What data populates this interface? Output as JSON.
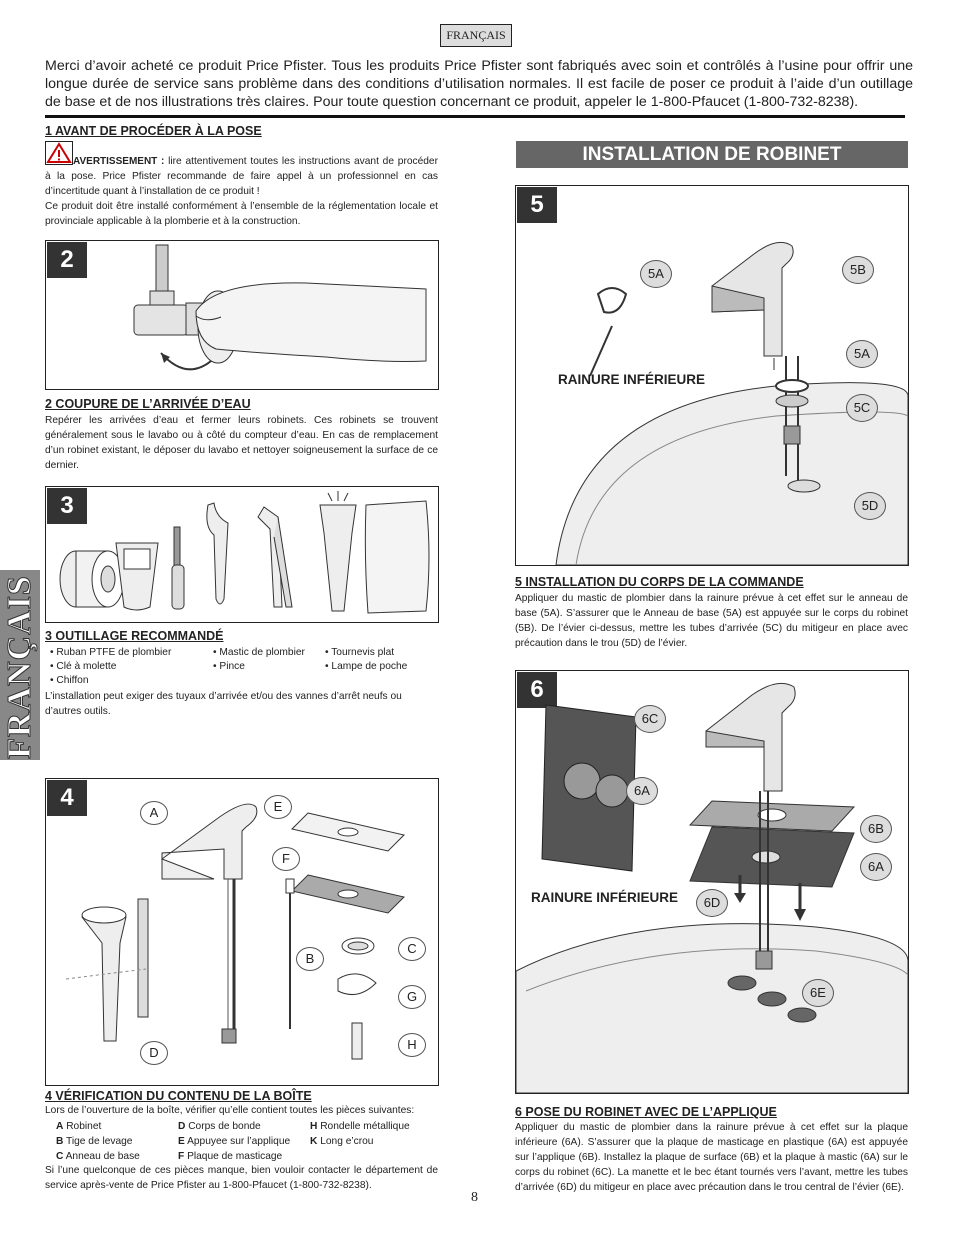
{
  "header": {
    "lang_badge": "FRANÇAIS"
  },
  "intro": "Merci d’avoir acheté ce produit Price Pfister. Tous les produits Price Pfister sont fabriqués avec soin et contrôlés à l’usine pour offrir une longue durée de service sans problème dans des conditions d’utilisation normales. Il est facile de poser ce produit à l’aide d’un outillage de base et de nos illustrations très claires. Pour toute question concernant ce produit, appeler le 1-800-Pfaucet (1-800-732-8238).",
  "side_tab": "FRANÇAIS",
  "section1": {
    "title": "1  AVANT DE PROCÉDER À LA POSE",
    "warning_label": "AVERTISSEMENT :",
    "warning_text": " lire attentivement toutes les instructions avant de procéder à la pose. Price Pfister recommande de faire appel à un professionnel en cas d’incertitude quant à l’installation de ce produit !",
    "text2": "Ce produit doit être installé conformément à l’ensemble de la réglementation locale et provinciale applicable à la plomberie et à la construction."
  },
  "step2": {
    "num": "2"
  },
  "section2": {
    "title": "2  COUPURE DE L’ARRIVÉE D’EAU",
    "text": "Repérer les arrivées d’eau et fermer leurs robinets. Ces robinets se trouvent généralement sous le lavabo ou à côté du compteur d’eau. En cas de remplacement d’un robinet existant, le déposer du lavabo et nettoyer soigneusement la surface de ce dernier."
  },
  "step3": {
    "num": "3"
  },
  "section3": {
    "title": "3  OUTILLAGE RECOMMANDÉ",
    "tools": [
      "• Ruban PTFE de plombier",
      "• Mastic de plombier",
      "• Tournevis plat",
      "• Clé à molette",
      "• Pince",
      "• Lampe de poche",
      "• Chiffon"
    ],
    "text": "L’installation peut exiger des tuyaux d’arrivée et/ou des vannes d’arrêt neufs ou d’autres outils."
  },
  "step4": {
    "num": "4",
    "callouts": [
      "A",
      "E",
      "F",
      "B",
      "C",
      "G",
      "D",
      "H"
    ]
  },
  "section4": {
    "title": "4  VÉRIFICATION DU CONTENU DE LA BOÎTE",
    "intro": "Lors de l’ouverture de la boîte, vérifier qu’elle contient toutes les pièces suivantes:",
    "parts": [
      {
        "letter": "A",
        "name": "Robinet"
      },
      {
        "letter": "B",
        "name": "Tige de levage"
      },
      {
        "letter": "C",
        "name": "Anneau de base"
      },
      {
        "letter": "D",
        "name": "Corps de bonde"
      },
      {
        "letter": "E",
        "name": "Appuyee sur l’applique"
      },
      {
        "letter": "F",
        "name": "Plaque de masticage"
      },
      {
        "letter": "H",
        "name": "Rondelle métallique"
      },
      {
        "letter": "K",
        "name": "Long e’crou"
      }
    ],
    "footer": "Si l’une quelconque de ces pièces manque, bien vouloir contacter le département de service après-vente de Price Pfister au 1-800-Pfaucet (1-800-732-8238)."
  },
  "right": {
    "banner": "INSTALLATION DE ROBINET"
  },
  "step5": {
    "num": "5",
    "callouts": [
      "5A",
      "5B",
      "5A",
      "5C",
      "5D"
    ],
    "groove_label": "RAINURE INFÉRIEURE"
  },
  "section5": {
    "title": "5  INSTALLATION DU CORPS DE LA COMMANDE",
    "text": "Appliquer du mastic de plombier dans la rainure prévue à cet effet sur le anneau de base (5A).  S’assurer que le Anneau de base (5A) est appuyée sur le corps du robinet (5B). De l’évier ci-dessus, mettre les tubes d’arrivée (5C) du mitigeur en place avec précaution dans le trou (5D) de l’évier."
  },
  "step6": {
    "num": "6",
    "callouts": [
      "6C",
      "6A",
      "6B",
      "6A",
      "6D",
      "6E"
    ],
    "groove_label": "RAINURE INFÉRIEURE"
  },
  "section6": {
    "title": "6  POSE DU ROBINET AVEC DE L’APPLIQUE",
    "text": "Appliquer du mastic de plombier dans la rainure prévue à cet effet sur la plaque inférieure (6A).  S’assurer que la plaque de masticage en plastique (6A) est appuyée sur l’applique (6B).  Installez la plaque de surface (6B) et la plaque à mastic (6A) sur le corps du robinet (6C). La manette et le bec étant tournés vers l’avant, mettre les tubes d’arrivée (6D) du mitigeur en place avec précaution dans le trou central de l’évier (6E)."
  },
  "page_number": "8"
}
